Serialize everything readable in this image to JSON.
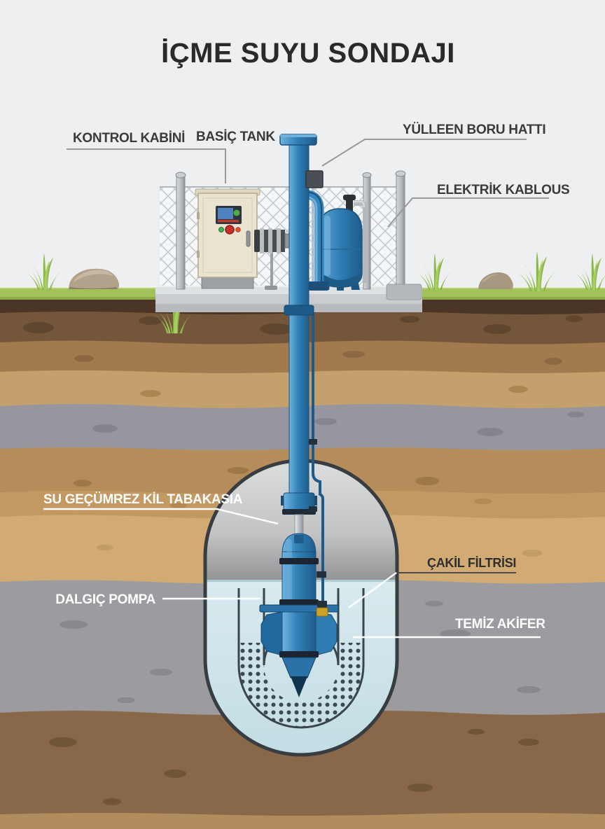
{
  "title": "İÇME SUYU SONDAJI",
  "labels": {
    "control_cabinet": "KONTROL KABİNİ",
    "pressure_tank": "BASİÇ TANK",
    "discharge_pipeline": "YÜLLEEN BORU HATTI",
    "electric_cable": "ELEKTRİK KABLOUS",
    "impermeable_clay_layer": "SU GEÇÜMREZ KİL TABAKASIA",
    "gravel_filter": "ÇAKİL FİLTRİSI",
    "submersible_pump": "DALGIÇ POMPA",
    "clean_aquifer": "TEMİZ AKİFER"
  },
  "colors": {
    "background": "#edeff1",
    "pipe_blue": "#3181b8",
    "tank_blue": "#2e7db4",
    "grass_green": "#a3c159",
    "water_blue": "#cfe4ea",
    "clay_tan": "#c29963",
    "aquifer_gray": "#9c9ca0",
    "dark_soil": "#74573a"
  }
}
